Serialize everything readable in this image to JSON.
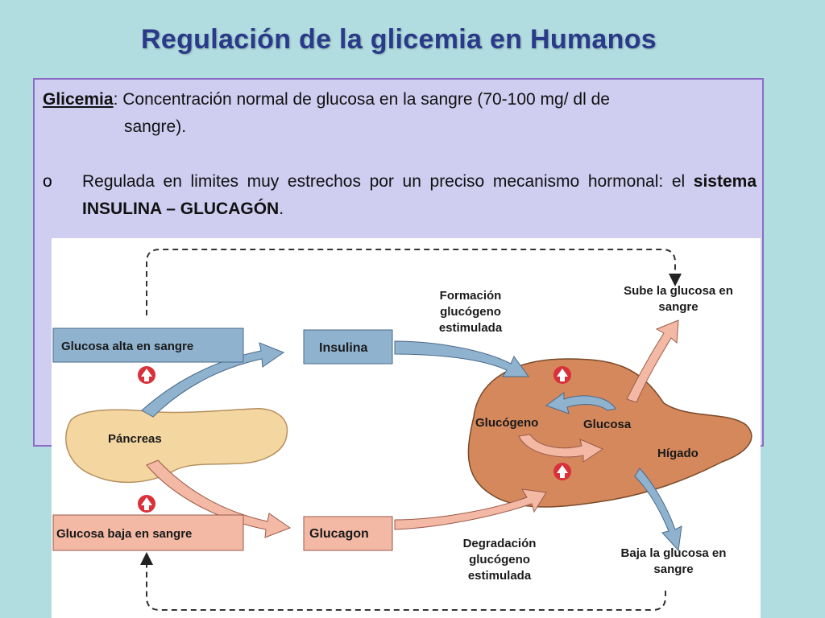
{
  "slide": {
    "title": "Regulación de la glicemia en Humanos",
    "definition": {
      "term": "Glicemia",
      "text_line1": ": Concentración normal de glucosa en la sangre (70-100 mg/ dl de",
      "text_line2": "sangre)."
    },
    "bullet": {
      "marker": "o",
      "text_before": "Regulada en limites muy estrechos por un preciso mecanismo hormonal: el ",
      "text_bold": "sistema INSULINA – GLUCAGÓN",
      "text_after": "."
    }
  },
  "diagram": {
    "glucosa_alta": "Glucosa alta en sangre",
    "glucosa_baja": "Glucosa baja en sangre",
    "pancreas": "Páncreas",
    "insulina": "Insulina",
    "glucagon": "Glucagon",
    "formacion_l1": "Formación",
    "formacion_l2": "glucógeno",
    "formacion_l3": "estimulada",
    "degradacion_l1": "Degradación",
    "degradacion_l2": "glucógeno",
    "degradacion_l3": "estimulada",
    "sube_l1": "Sube la glucosa en",
    "sube_l2": "sangre",
    "baja_l1": "Baja la glucosa en",
    "baja_l2": "sangre",
    "glucogeno": "Glucógeno",
    "glucosa": "Glucosa",
    "higado": "Hígado"
  },
  "colors": {
    "background": "#b2dde0",
    "title": "#2a3a8a",
    "text_box": "#cfcdf0",
    "text_box_border": "#8a6cc6",
    "blue_box": "#8fb3cf",
    "pink_box": "#f3b9a4",
    "liver": "#d4885c",
    "pancreas": "#f4d6a0",
    "marker_red": "#d9303a"
  }
}
